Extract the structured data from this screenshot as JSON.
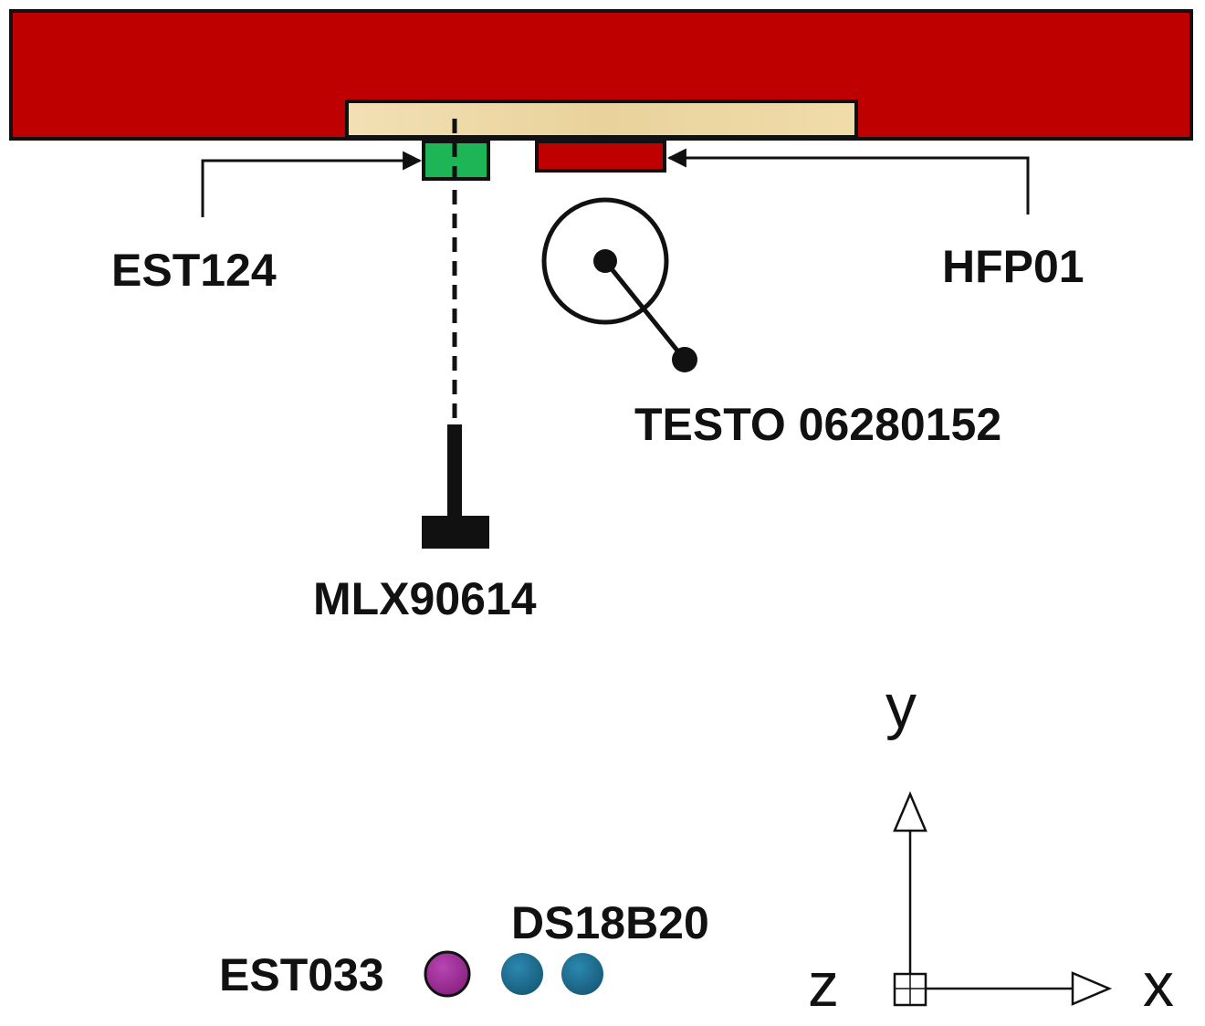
{
  "labels": {
    "est124": "EST124",
    "hfp01": "HFP01",
    "testo": "TESTO 06280152",
    "mlx": "MLX90614",
    "ds18b20": "DS18B20",
    "est033": "EST033"
  },
  "axes": {
    "x": "x",
    "y": "y",
    "z": "z"
  },
  "colors": {
    "wall": "#bf0000",
    "board": "#efd9a8",
    "est124_sensor": "#1db556",
    "hfp01_sensor": "#bf0000",
    "est033_dot": "#9a2a96",
    "ds18b20_dot": "#1f6d90",
    "line": "#111111"
  }
}
